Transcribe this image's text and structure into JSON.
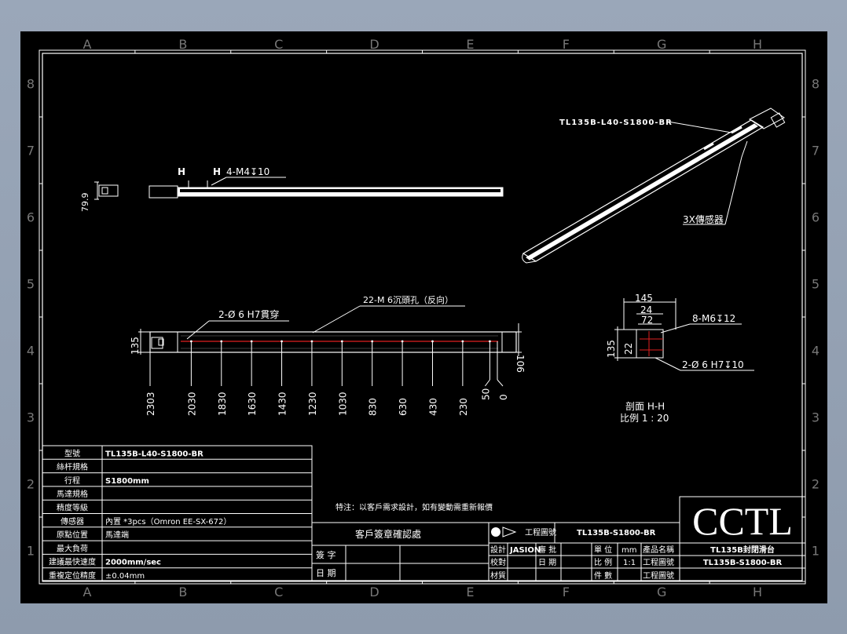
{
  "border": {
    "columns": [
      "A",
      "B",
      "C",
      "D",
      "E",
      "F",
      "G",
      "H"
    ],
    "rows": [
      "8",
      "7",
      "6",
      "5",
      "4",
      "3",
      "2",
      "1"
    ]
  },
  "side_view": {
    "height_label": "79.9",
    "section_mark_left": "H",
    "section_mark_right": "H",
    "hole_note": "4-M4↧10"
  },
  "iso_view": {
    "part_label": "TL135B-L40-S1800-BR",
    "sensor_label": "3X傳感器"
  },
  "plan_view": {
    "hole_note_pins": "2-Ø 6  H7貫穿",
    "hole_note_screws": "22-M 6沉頭孔（反向）",
    "height_left": "135",
    "height_right": "106",
    "positions": [
      "2303",
      "2030",
      "1830",
      "1630",
      "1430",
      "1230",
      "1030",
      "830",
      "630",
      "430",
      "230",
      "50",
      "0"
    ]
  },
  "section_view": {
    "dim_145": "145",
    "dim_24": "24",
    "dim_72": "72",
    "dim_135": "135",
    "dim_22": "22",
    "note_top": "8-M6↧12",
    "note_bottom": "2-Ø 6  H7↧10",
    "title": "剖面  H-H",
    "scale": "比例  1 : 20"
  },
  "spec_table": [
    {
      "label": "型號",
      "value": "TL135B-L40-S1800-BR"
    },
    {
      "label": "絲杆規格",
      "value": ""
    },
    {
      "label": "行程",
      "value": "S1800mm"
    },
    {
      "label": "馬達規格",
      "value": ""
    },
    {
      "label": "精度等級",
      "value": ""
    },
    {
      "label": "傳感器",
      "value": "內置 *3pcs（Omron EE-SX-672）"
    },
    {
      "label": "原點位置",
      "value": "馬達端"
    },
    {
      "label": "最大負荷",
      "value": ""
    },
    {
      "label": "建議最快速度",
      "value": "2000mm/sec"
    },
    {
      "label": "重複定位精度",
      "value": "±0.04mm"
    }
  ],
  "special_note": "特注：以客戶需求設計，如有變動需重新報價",
  "customer_block": {
    "title": "客戶簽章確認處",
    "sign_label": "簽 字",
    "date_label": "日 期"
  },
  "title_block": {
    "drawing_no_label": "工程圖號",
    "drawing_no": "TL135B-S1800-BR",
    "design_label": "設計",
    "design_value": "JASION",
    "approve_label": "審 批",
    "unit_label": "單 位",
    "unit_value": "mm",
    "product_name_label": "產品名稱",
    "check_label": "校對",
    "date_label": "日 期",
    "scale_label": "比 例",
    "scale_value": "1:1",
    "eng_no_label": "工程圖號",
    "material_label": "材質",
    "qty_label": "件 數",
    "eng_no_label2": "工程圖號",
    "product_name": "TL135B封閉滑台",
    "product_code": "TL135B-S1800-BR"
  },
  "logo": "CCTL"
}
